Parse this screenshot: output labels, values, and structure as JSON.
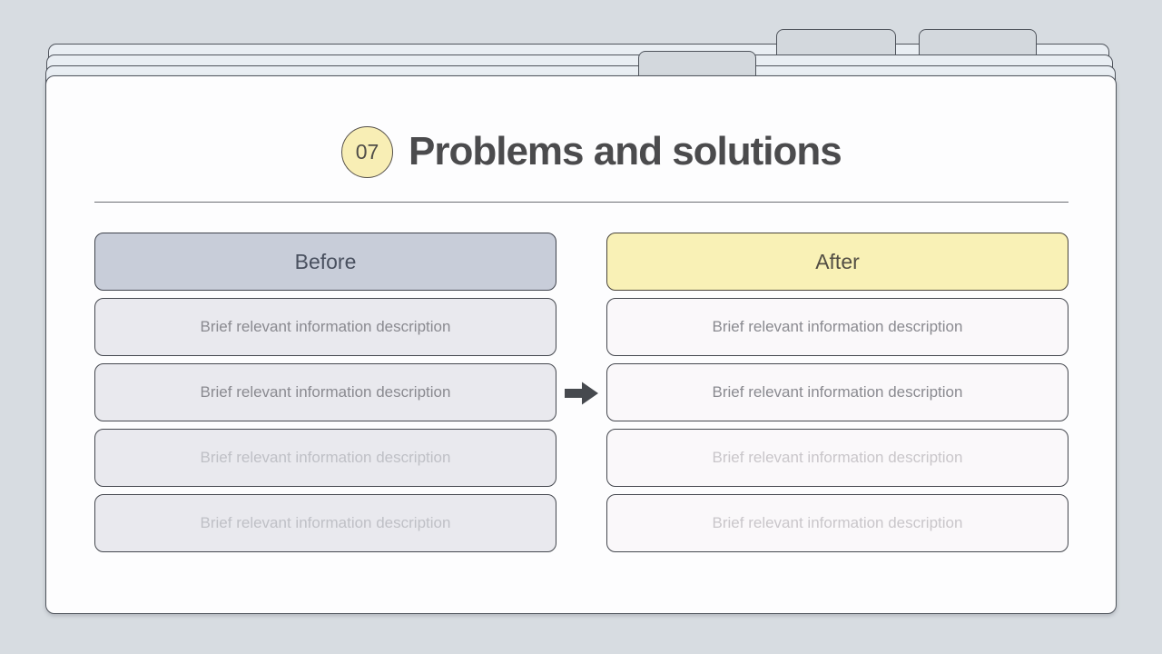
{
  "slide": {
    "badge_number": "07",
    "title": "Problems and solutions"
  },
  "comparison": {
    "before": {
      "header": "Before",
      "items": [
        {
          "text": "Brief relevant information description",
          "muted": false
        },
        {
          "text": "Brief relevant information description",
          "muted": false
        },
        {
          "text": "Brief relevant information description",
          "muted": true
        },
        {
          "text": "Brief relevant information description",
          "muted": true
        }
      ]
    },
    "after": {
      "header": "After",
      "items": [
        {
          "text": "Brief relevant information description",
          "muted": false
        },
        {
          "text": "Brief relevant information description",
          "muted": false
        },
        {
          "text": "Brief relevant information description",
          "muted": true
        },
        {
          "text": "Brief relevant information description",
          "muted": true
        }
      ]
    }
  },
  "icons": {
    "arrow": "right-arrow"
  },
  "colors": {
    "background": "#d7dce1",
    "sheet_fill": "#e9eef3",
    "tab_fill": "#d3d8dd",
    "outline": "#4f545c",
    "card_fill": "#fdfdfe",
    "badge_fill": "#f8eeb5",
    "before_header_fill": "#c8cdd9",
    "after_header_fill": "#f9f1b6",
    "before_header_text": "#49505f",
    "after_header_text": "#534e44",
    "title_text": "#4b4b4d",
    "body_text": "#8a8a90",
    "muted_text": "#c4c3c8",
    "arrow": "#46494e"
  }
}
